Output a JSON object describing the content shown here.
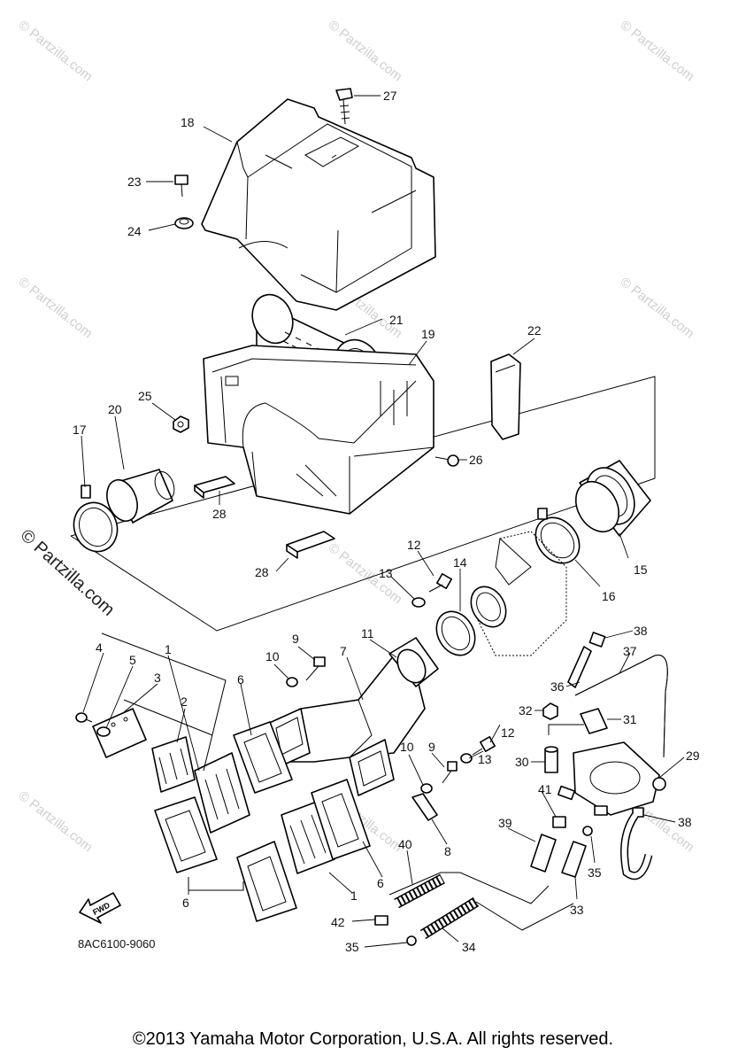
{
  "watermark": "© Partzilla.com",
  "watermark_large": "© Partzilla.com",
  "diagram_code": "8AC6100-9060",
  "fwd_label": "FWD",
  "copyright": "©2013 Yamaha Motor Corporation, U.S.A. All rights reserved.",
  "callouts": [
    "27",
    "18",
    "23",
    "24",
    "21",
    "19",
    "22",
    "25",
    "20",
    "17",
    "26",
    "28",
    "28",
    "12",
    "13",
    "14",
    "15",
    "16",
    "38",
    "37",
    "36",
    "32",
    "31",
    "29",
    "30",
    "41",
    "38",
    "35",
    "33",
    "39",
    "40",
    "34",
    "35",
    "42",
    "6",
    "1",
    "6",
    "8",
    "9",
    "10",
    "13",
    "12",
    "9",
    "10",
    "11",
    "7",
    "6",
    "2",
    "3",
    "5",
    "4",
    "1"
  ]
}
